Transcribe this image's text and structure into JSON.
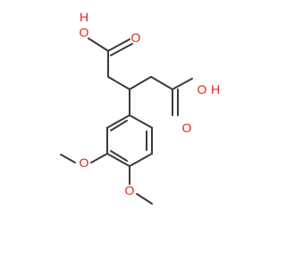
{
  "structure": {
    "bond_color": "#3a3a3a",
    "oxygen_color": "#e0251b",
    "background": "#ffffff",
    "atom_labels": {
      "oh_top_h": "H",
      "oh_top_o": "O",
      "carbonyl_top_o": "O",
      "oh_right_o": "O",
      "oh_right_h": "H",
      "carbonyl_right_o": "O",
      "methoxy_3_o": "O",
      "methoxy_4_o": "O"
    }
  }
}
